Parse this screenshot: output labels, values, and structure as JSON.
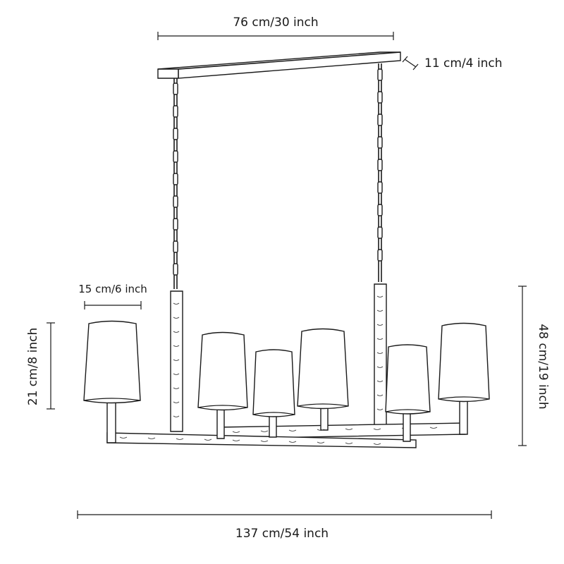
{
  "dimensions": {
    "canopy_width": "76 cm/30 inch",
    "canopy_height": "11 cm/4 inch",
    "shade_width": "15 cm/6 inch",
    "shade_height": "21 cm/8 inch",
    "fixture_height": "48 cm/19 inch",
    "overall_width": "137 cm/54 inch"
  }
}
